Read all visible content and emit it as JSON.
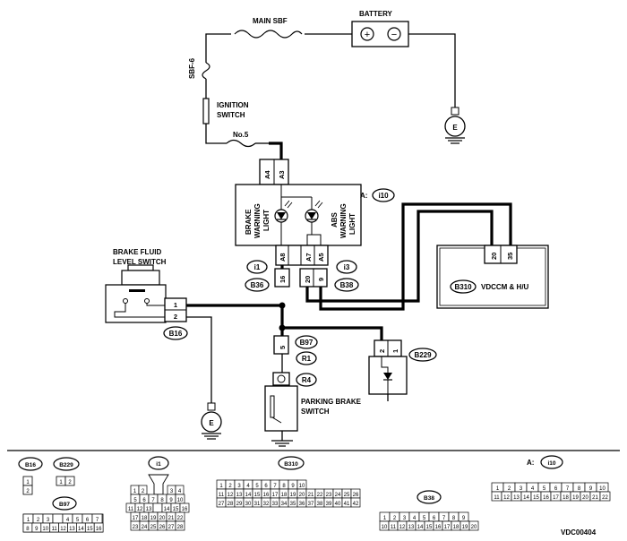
{
  "labels": {
    "battery": "BATTERY",
    "main_sbf": "MAIN SBF",
    "sbf6": "SBF-6",
    "ignition_line1": "IGNITION",
    "ignition_line2": "SWITCH",
    "no5": "No.5",
    "brake_fluid_line1": "BRAKE FLUID",
    "brake_fluid_line2": "LEVEL SWITCH",
    "brake_warning_line1": "BRAKE",
    "brake_warning_line2": "WARNING",
    "brake_warning_line3": "LIGHT",
    "abs_warning_line1": "ABS",
    "abs_warning_line2": "WARNING",
    "abs_warning_line3": "LIGHT",
    "vdccm": "VDCCM & H/U",
    "parking_line1": "PARKING BRAKE",
    "parking_line2": "SWITCH",
    "ground": "E",
    "meter_prefix": "A:",
    "figure_code": "VDC00404",
    "plus_sign": "+",
    "minus_sign": "−"
  },
  "connectors": {
    "i10": "i10",
    "i1": "i1",
    "i3": "i3",
    "b36": "B36",
    "b38": "B38",
    "b310": "B310",
    "b16": "B16",
    "b97": "B97",
    "r1": "R1",
    "r4": "R4",
    "b229": "B229"
  },
  "pins": {
    "a4": "A4",
    "a3": "A3",
    "a8": "A8",
    "a7": "A7",
    "a5": "A5",
    "p16": "16",
    "p20": "20",
    "p9": "9",
    "vd20": "20",
    "vd35": "35",
    "bf1": "1",
    "bf2": "2",
    "pk5": "5",
    "b229_2": "2",
    "b229_1": "1"
  },
  "legend": {
    "b16": {
      "title": "B16",
      "pins": [
        "1",
        "2"
      ]
    },
    "b229": {
      "title": "B229",
      "pins": [
        "1",
        "2"
      ]
    },
    "b97": {
      "title": "B97",
      "row1": [
        "1",
        "2",
        "3",
        "",
        "4",
        "5",
        "6",
        "7"
      ],
      "row2": [
        "8",
        "9",
        "10",
        "11",
        "12",
        "13",
        "14",
        "15",
        "16"
      ]
    },
    "i1": {
      "title": "i1",
      "row1": [
        "1",
        "2",
        "3",
        "4"
      ],
      "row2": [
        "5",
        "6",
        "7",
        "8",
        "9",
        "10"
      ],
      "row3": [
        "11",
        "12",
        "13",
        "",
        "14",
        "15",
        "16"
      ],
      "row4": [
        "17",
        "18",
        "19",
        "20",
        "21",
        "22"
      ],
      "row5": [
        "23",
        "24",
        "25",
        "26",
        "27",
        "28"
      ]
    },
    "b310": {
      "title": "B310",
      "row1": [
        "1",
        "2",
        "3",
        "4",
        "5",
        "6",
        "7",
        "8",
        "9",
        "10"
      ],
      "row2": [
        "11",
        "12",
        "13",
        "14",
        "15",
        "16",
        "17",
        "18",
        "19",
        "20",
        "21",
        "22",
        "23",
        "24",
        "25",
        "26"
      ],
      "row3": [
        "27",
        "28",
        "29",
        "30",
        "31",
        "32",
        "33",
        "34",
        "35",
        "36",
        "37",
        "38",
        "39",
        "40",
        "41",
        "42"
      ]
    },
    "b38": {
      "title": "B38",
      "row1": [
        "1",
        "2",
        "3",
        "4",
        "5",
        "6",
        "7",
        "8",
        "9"
      ],
      "row2": [
        "10",
        "11",
        "12",
        "13",
        "14",
        "15",
        "16",
        "17",
        "18",
        "19",
        "20"
      ]
    },
    "i10": {
      "title": "i10",
      "prefix": "A:",
      "row1": [
        "1",
        "2",
        "3",
        "4",
        "5",
        "6",
        "7",
        "8",
        "9",
        "10"
      ],
      "row2": [
        "11",
        "12",
        "13",
        "14",
        "15",
        "16",
        "17",
        "18",
        "19",
        "20",
        "21",
        "22"
      ]
    }
  }
}
